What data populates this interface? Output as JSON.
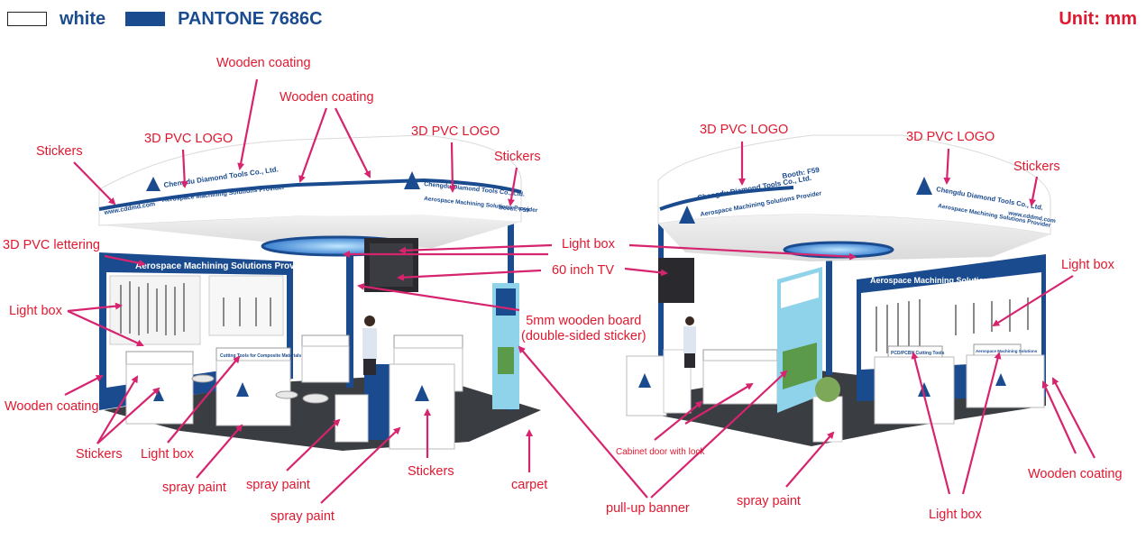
{
  "legend": {
    "white_label": "white",
    "pantone_label": "PANTONE 7686C",
    "brand_blue": "#1b4b8f"
  },
  "unit_label": "Unit: mm",
  "colors": {
    "callout_red": "#e0182f",
    "arrow_magenta": "#d6246e",
    "fascia_blue": "#1b4b8f"
  },
  "booth_signage": {
    "company": "Chengdu Diamond Tools Co., Ltd.",
    "slogan": "Aerospace Machining Solutions Provider",
    "website": "www.cddmd.com",
    "booth_number": "Booth: F59",
    "panel_pcd": "PCD/PCBN Cutting Tools",
    "panel_composite": "Cutting Tools for Composite Materials",
    "panel_aerospace": "Aerospace Machining Solutions"
  },
  "callouts": {
    "wooden_coating_top": "Wooden coating",
    "wooden_coating_mid": "Wooden coating",
    "pvc_logo_left": "3D PVC LOGO",
    "pvc_logo_mid": "3D PVC LOGO",
    "stickers_top_left": "Stickers",
    "stickers_mid": "Stickers",
    "pvc_lettering": "3D PVC lettering",
    "light_box_left": "Light box",
    "wooden_coating_left": "Wooden coating",
    "stickers_bottom_left": "Stickers",
    "light_box_bottom_left": "Light box",
    "spray_paint_1": "spray paint",
    "spray_paint_2": "spray paint",
    "spray_paint_3": "spray paint",
    "stickers_bottom_mid": "Stickers",
    "carpet": "carpet",
    "light_box_center": "Light box",
    "tv_60": "60 inch TV",
    "wooden_board_line1": "5mm wooden board",
    "wooden_board_line2": "(double-sided sticker)",
    "pvc_logo_right_1": "3D PVC LOGO",
    "pvc_logo_right_2": "3D PVC LOGO",
    "stickers_right": "Stickers",
    "light_box_right": "Light box",
    "cabinet_door": "Cabinet door with lock",
    "pull_up_banner": "pull-up banner",
    "spray_paint_right": "spray paint",
    "light_box_bottom_right": "Light box",
    "wooden_coating_right": "Wooden coating"
  }
}
